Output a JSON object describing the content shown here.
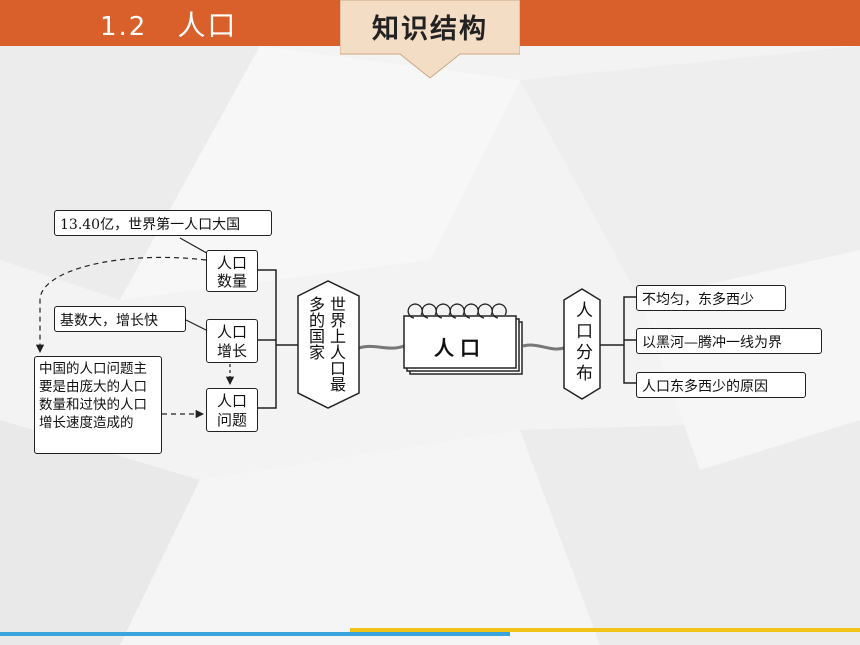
{
  "header": {
    "lesson_number": "1.2",
    "lesson_title": "人口",
    "tab_label": "知识结构"
  },
  "diagram": {
    "center": "人口",
    "left_hub": "世界上人口最多的国家",
    "right_hub": "人口分布",
    "left_nodes": {
      "count": "人口数量",
      "growth": "人口增长",
      "problem": "人口问题"
    },
    "left_notes": {
      "count_note": "13.40亿，世界第一人口大国",
      "growth_note": "基数大，增长快",
      "problem_note": "中国的人口问题主要是由庞大的人口数量和过快的人口增长速度造成的"
    },
    "right_items": [
      "不均匀，东多西少",
      "以黑河—腾冲一线为界",
      "人口东多西少的原因"
    ]
  }
}
